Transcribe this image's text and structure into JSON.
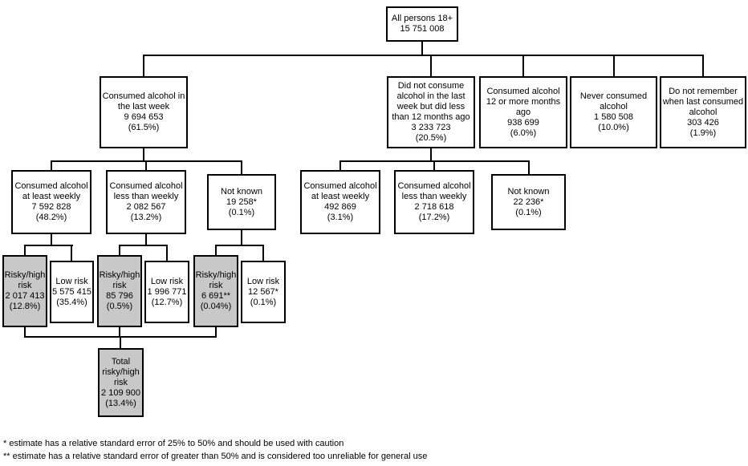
{
  "colors": {
    "background": "#ffffff",
    "box_border": "#000000",
    "shaded_fill": "#c8c8c8",
    "text": "#000000"
  },
  "nodes": {
    "root": {
      "label": "All persons 18+",
      "value": "15 751 008"
    },
    "consumed_last_week": {
      "label": "Consumed alcohol in the last week",
      "value": "9 694 653",
      "percent": "(61.5%)"
    },
    "not_last_week": {
      "label": "Did not consume alcohol in the last week but did less than 12 months ago",
      "value": "3 233 723",
      "percent": "(20.5%)"
    },
    "months_12_plus": {
      "label": "Consumed alcohol 12 or more months ago",
      "value": "938 699",
      "percent": "(6.0%)"
    },
    "never_consumed": {
      "label": "Never consumed alcohol",
      "value": "1 580 508",
      "percent": "(10.0%)"
    },
    "do_not_remember": {
      "label": "Do not remember when last consumed alcohol",
      "value": "303 426",
      "percent": "(1.9%)"
    },
    "lw_at_least_weekly": {
      "label": "Consumed alcohol at least weekly",
      "value": "7 592 828",
      "percent": "(48.2%)"
    },
    "lw_less_than_weekly": {
      "label": "Consumed alcohol less than weekly",
      "value": "2 082 567",
      "percent": "(13.2%)"
    },
    "lw_not_known": {
      "label": "Not known",
      "value": "19 258*",
      "percent": "(0.1%)"
    },
    "nlw_at_least_weekly": {
      "label": "Consumed alcohol at least weekly",
      "value": "492 869",
      "percent": "(3.1%)"
    },
    "nlw_less_than_weekly": {
      "label": "Consumed alcohol less than weekly",
      "value": "2 718 618",
      "percent": "(17.2%)"
    },
    "nlw_not_known": {
      "label": "Not known",
      "value": "22 236*",
      "percent": "(0.1%)"
    },
    "risky_weekly": {
      "label": "Risky/high risk",
      "value": "2 017 413",
      "percent": "(12.8%)"
    },
    "low_weekly": {
      "label": "Low risk",
      "value": "5 575 415",
      "percent": "(35.4%)"
    },
    "risky_less_weekly": {
      "label": "Risky/high risk",
      "value": "85 796",
      "percent": "(0.5%)"
    },
    "low_less_weekly": {
      "label": "Low risk",
      "value": "1 996 771",
      "percent": "(12.7%)"
    },
    "risky_not_known": {
      "label": "Risky/high risk",
      "value": "6 691**",
      "percent": "(0.04%)"
    },
    "low_not_known": {
      "label": "Low risk",
      "value": "12 567*",
      "percent": "(0.1%)"
    },
    "total_risky": {
      "label": "Total risky/high risk",
      "value": "2 109 900",
      "percent": "(13.4%)"
    }
  },
  "footnotes": {
    "line1": "* estimate has a relative standard error of 25% to 50% and should be used with caution",
    "line2": "** estimate has a relative standard error of greater than 50% and is considered too unreliable for general use"
  }
}
